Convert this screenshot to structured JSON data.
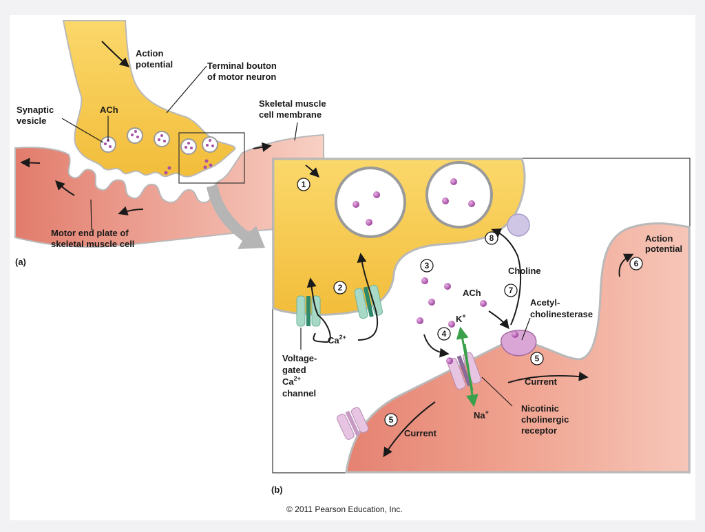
{
  "panel_a": {
    "label": "(a)",
    "action_potential": [
      "Action",
      "potential"
    ],
    "terminal_bouton": [
      "Terminal bouton",
      "of motor neuron"
    ],
    "synaptic_vesicle": [
      "Synaptic",
      "vesicle"
    ],
    "ach": "ACh",
    "membrane": [
      "Skeletal muscle",
      "cell membrane"
    ],
    "end_plate": [
      "Motor end plate of",
      "skeletal muscle cell"
    ]
  },
  "panel_b": {
    "label": "(b)",
    "steps": [
      "1",
      "2",
      "3",
      "4",
      "5",
      "5",
      "6",
      "7",
      "8"
    ],
    "ach": "ACh",
    "choline": "Choline",
    "acetylcholinesterase": [
      "Acetyl-",
      "cholinesterase"
    ],
    "action_potential": [
      "Action",
      "potential"
    ],
    "calcium": "Ca",
    "calcium_charge": "2+",
    "k_ion": "K",
    "k_charge": "+",
    "na_ion": "Na",
    "na_charge": "+",
    "current": "Current",
    "vgcc": [
      "Voltage-",
      "gated",
      "Ca",
      "channel"
    ],
    "vgcc_charge": "2+",
    "nicotinic": [
      "Nicotinic",
      "cholinergic",
      "receptor"
    ]
  },
  "credit": "© 2011 Pearson Education, Inc.",
  "colors": {
    "neuron": "#f6c949",
    "muscle": "#ee9a86",
    "ach": "#b25bb0",
    "channel": "#a7d9c6",
    "receptor": "#e8c4e3",
    "k_arrow": "#3aa04a"
  }
}
